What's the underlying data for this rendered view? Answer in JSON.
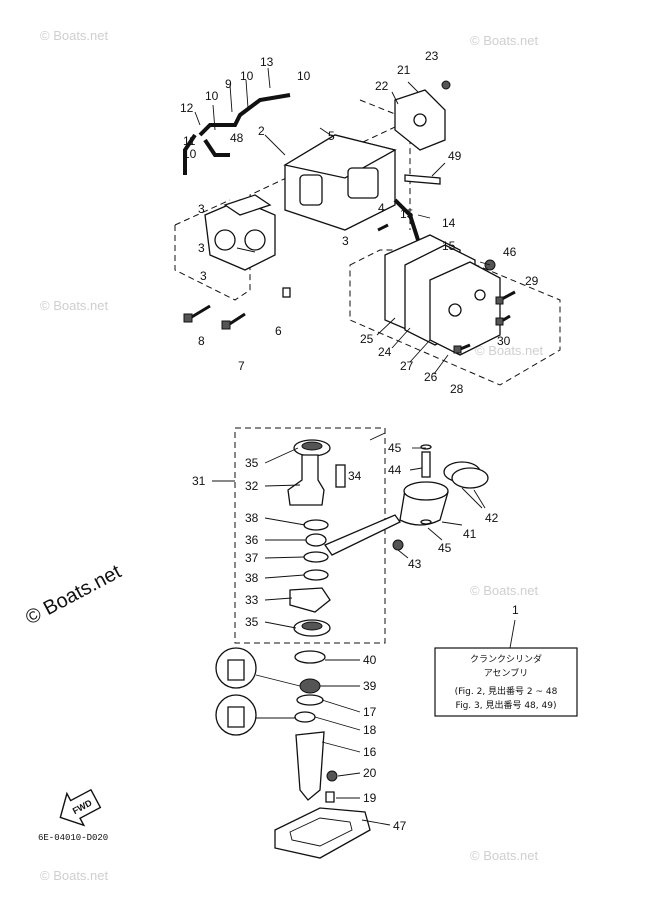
{
  "watermark": {
    "text": "© Boats.net",
    "large_text": "© Boats.net"
  },
  "callouts": [
    "1",
    "2",
    "3",
    "4",
    "5",
    "6",
    "7",
    "8",
    "9",
    "10",
    "11",
    "12",
    "13",
    "14",
    "15",
    "16",
    "17",
    "18",
    "19",
    "20",
    "21",
    "22",
    "23",
    "24",
    "25",
    "26",
    "27",
    "28",
    "29",
    "30",
    "31",
    "32",
    "33",
    "34",
    "35",
    "36",
    "37",
    "38",
    "39",
    "40",
    "41",
    "42",
    "43",
    "44",
    "45",
    "46",
    "47",
    "48",
    "49"
  ],
  "info_box": {
    "line1": "クランクシリンダ",
    "line2": "アセンブリ",
    "line3": "(Fig. 2, 見出番号 2 ~ 48",
    "line4": "Fig. 3, 見出番号 48, 49)"
  },
  "fwd_label": "FWD",
  "diagram_code": "6E-04010-D020"
}
